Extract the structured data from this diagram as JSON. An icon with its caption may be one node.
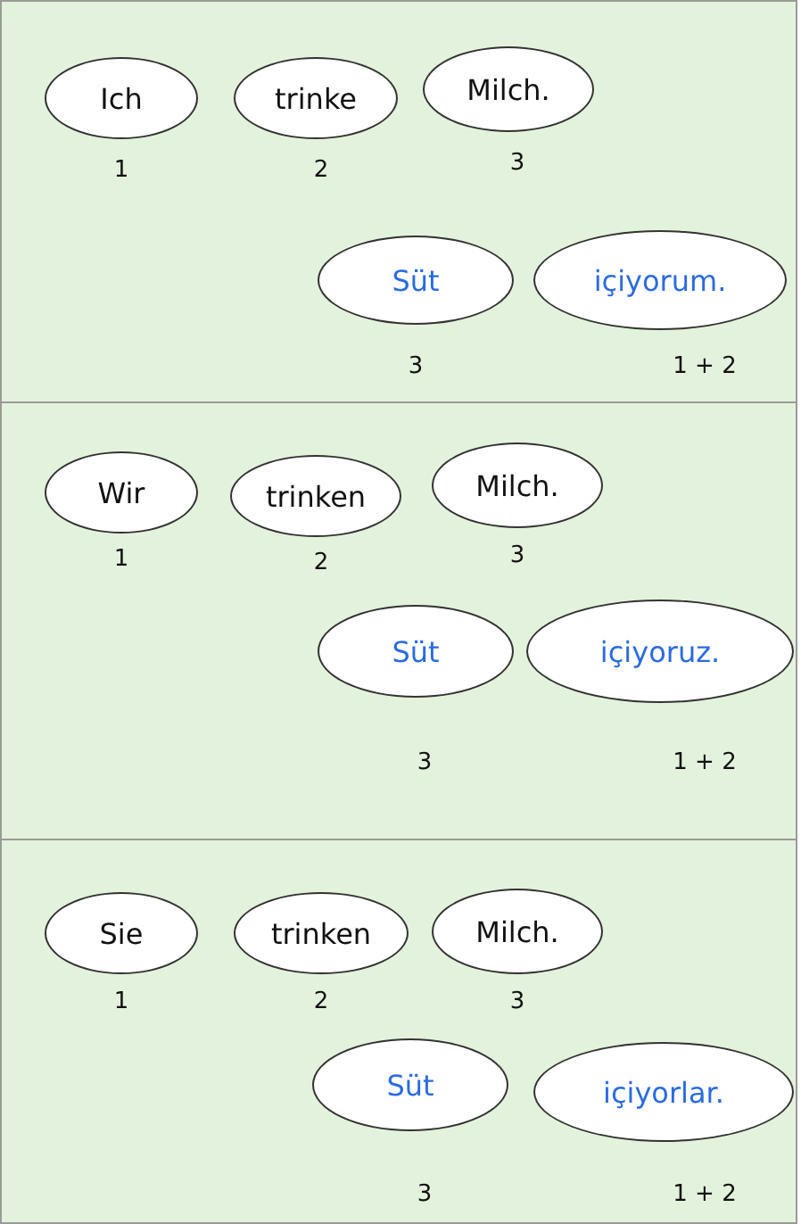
{
  "diagram": {
    "nodes": [
      {
        "text": [
          "Ich"
        ],
        "beside": [
          "1"
        ]
      },
      {
        "text": [
          "trinke"
        ],
        "beside": [
          "2"
        ]
      },
      {
        "text": [
          "Milch."
        ],
        "beside": [
          "3"
        ]
      },
      {
        "text": [
          "Süt"
        ],
        "beside": [
          "3"
        ]
      },
      {
        "text": [
          "içiyorum."
        ],
        "beside": [
          "1 + 2"
        ]
      },
      {
        "text": [
          "Wir"
        ],
        "beside": [
          "1"
        ]
      },
      {
        "text": [
          "trinken"
        ],
        "beside": [
          "2"
        ]
      },
      {
        "text": [
          "Milch."
        ],
        "beside": [
          "3"
        ]
      },
      {
        "text": [
          "Süt"
        ],
        "beside": [
          "3"
        ]
      },
      {
        "text": [
          "içiyoruz."
        ],
        "beside": [
          "1 + 2"
        ]
      },
      {
        "text": [
          "Sie"
        ],
        "beside": [
          "1"
        ]
      },
      {
        "text": [
          "trinken"
        ],
        "beside": [
          "2"
        ]
      },
      {
        "text": [
          "Milch."
        ],
        "beside": [
          "3"
        ]
      },
      {
        "text": [
          "Süt"
        ],
        "beside": [
          "3"
        ]
      },
      {
        "text": [
          "içiyorlar."
        ],
        "beside": [
          "1 + 2"
        ]
      }
    ],
    "edges": []
  }
}
